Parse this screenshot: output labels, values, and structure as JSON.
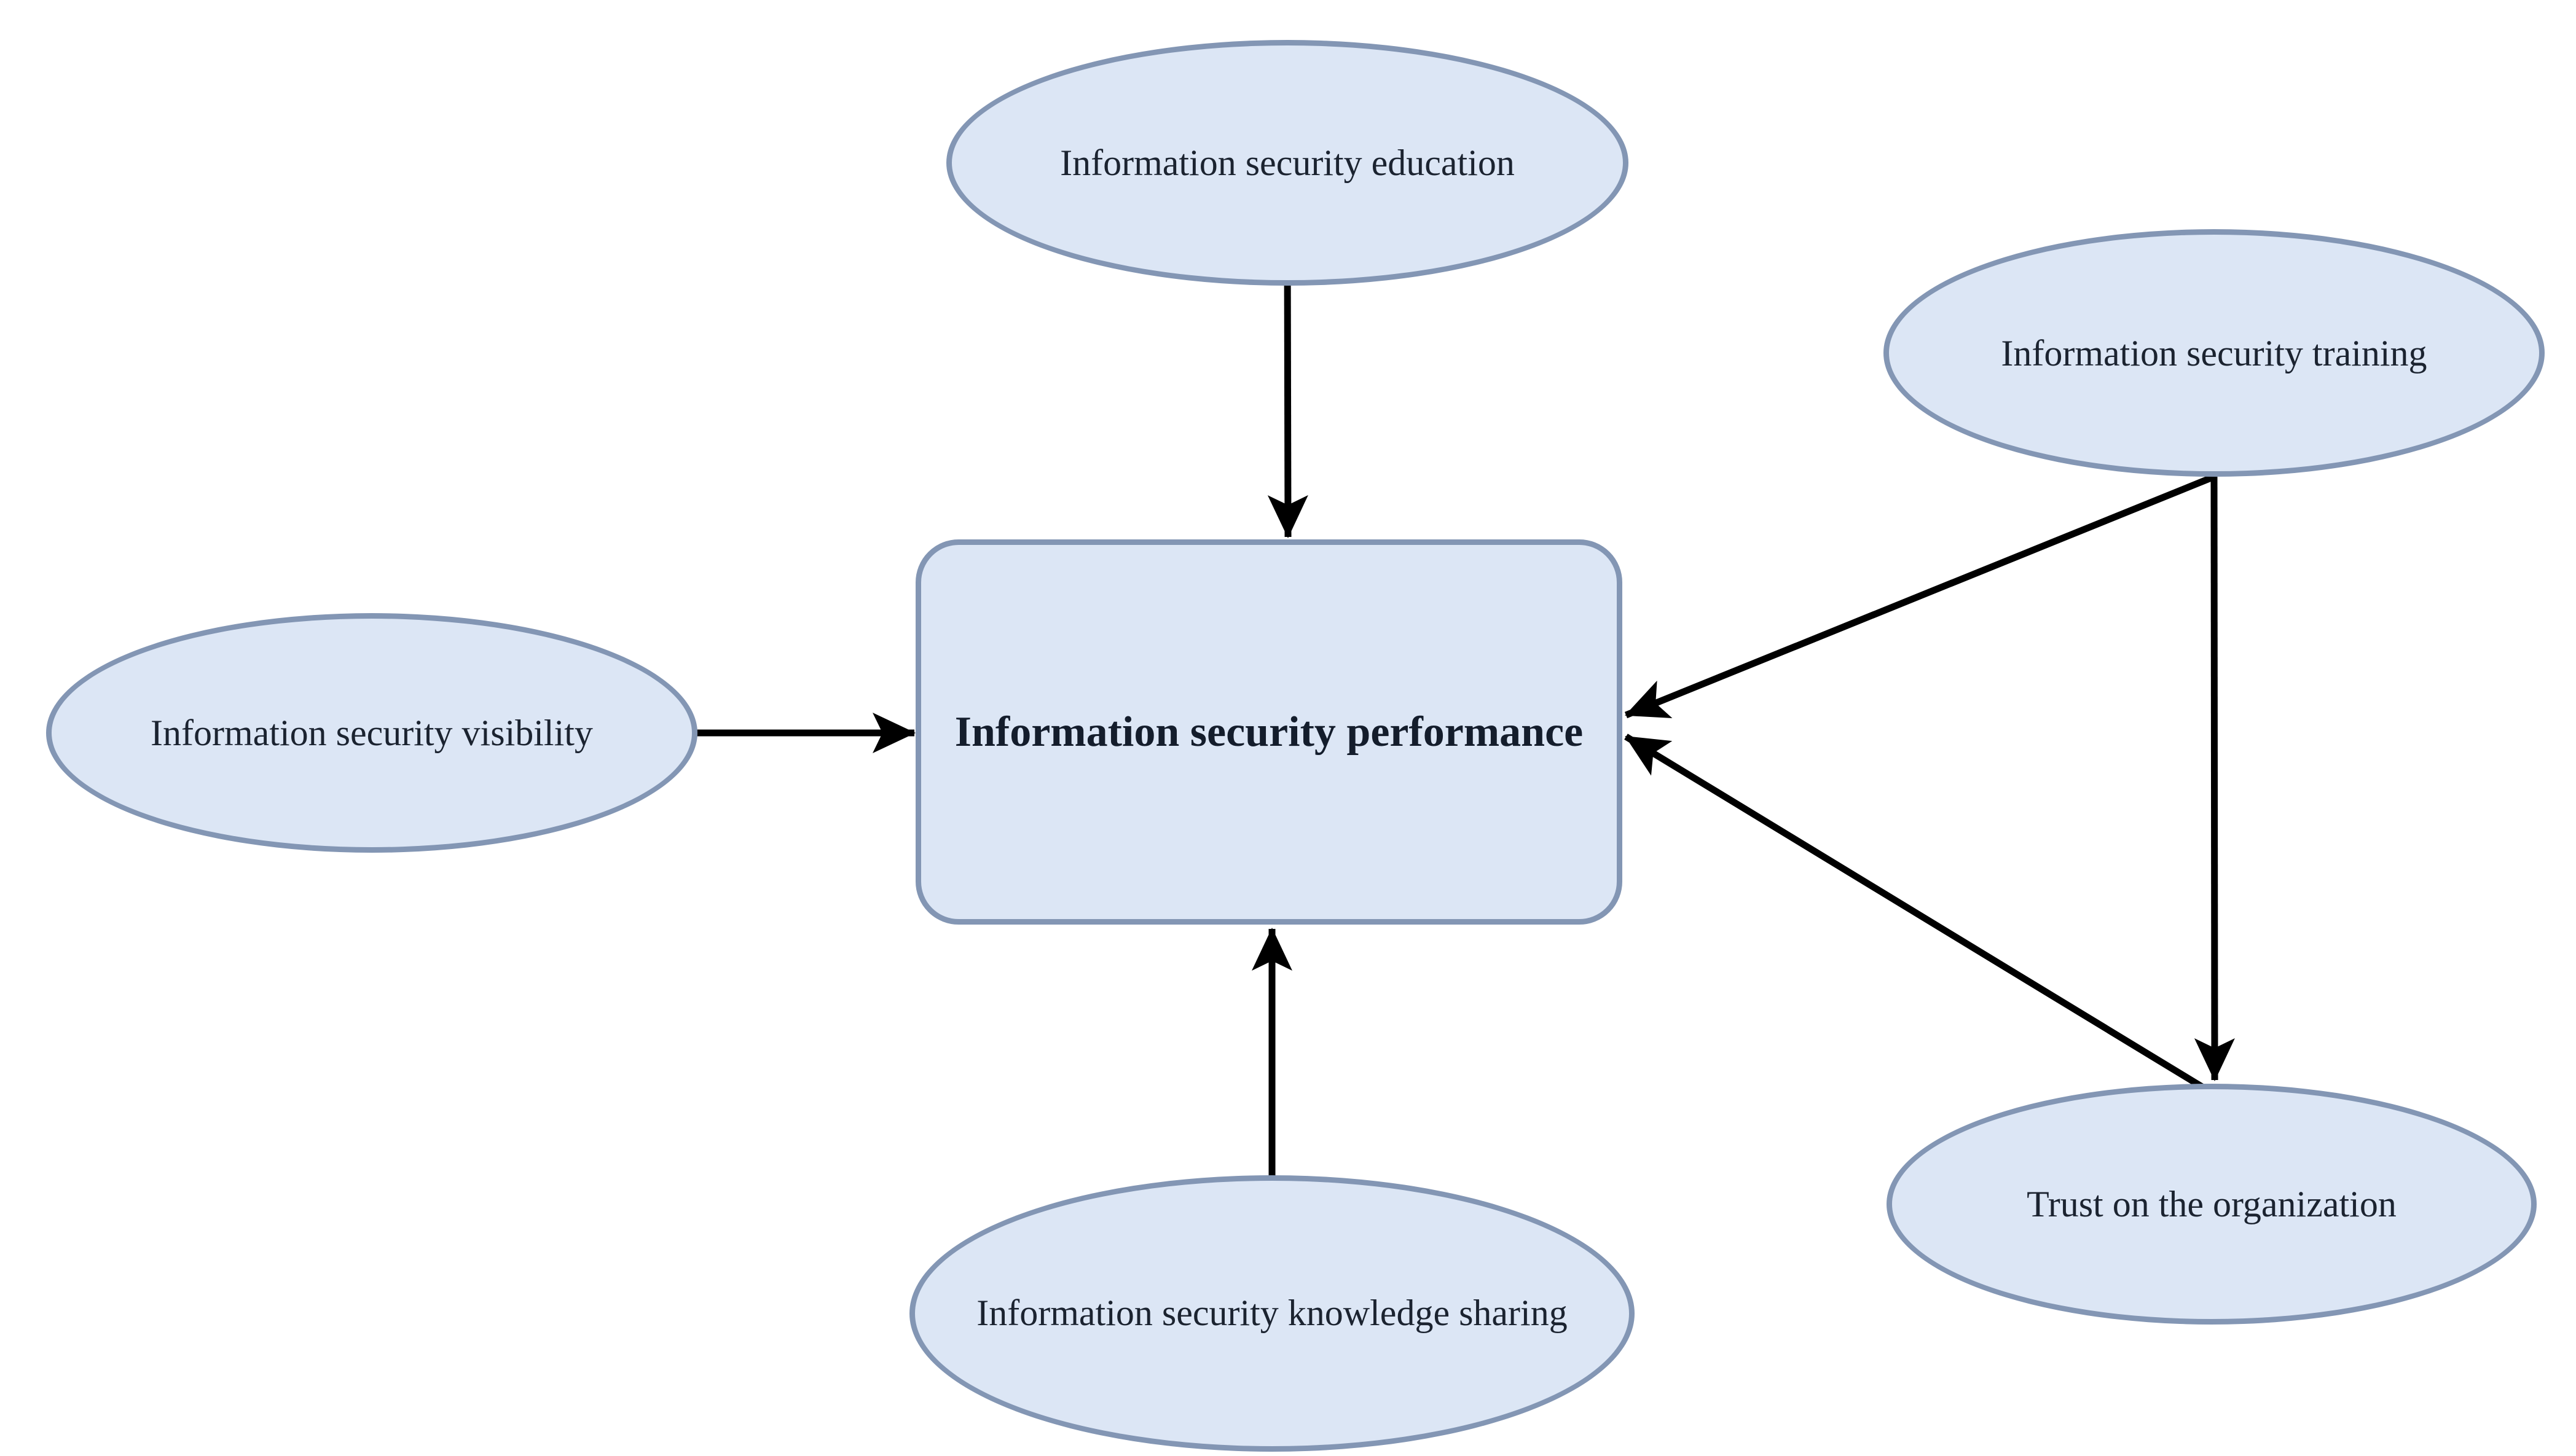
{
  "figure": {
    "type": "concept-diagram",
    "background": "#ffffff",
    "node_fill": "#dce6f5",
    "node_border_color": "#8396b4",
    "arrow_color": "#000000",
    "text_color": "#1b2330"
  },
  "nodes": {
    "education": {
      "label": "Information security education",
      "shape": "ellipse"
    },
    "training": {
      "label": "Information security training",
      "shape": "ellipse"
    },
    "visibility": {
      "label": "Information security visibility",
      "shape": "ellipse"
    },
    "performance": {
      "label": "Information security performance",
      "shape": "rounded-rectangle"
    },
    "knowledge": {
      "label": "Information security knowledge sharing",
      "shape": "ellipse"
    },
    "trust": {
      "label": "Trust on the organization",
      "shape": "ellipse"
    }
  },
  "edges": [
    {
      "from": "Information security education",
      "to": "Information security performance"
    },
    {
      "from": "Information security visibility",
      "to": "Information security performance"
    },
    {
      "from": "Information security knowledge sharing",
      "to": "Information security performance"
    },
    {
      "from": "Information security training",
      "to": "Information security performance"
    },
    {
      "from": "Information security training",
      "to": "Trust on the organization"
    },
    {
      "from": "Trust on the organization",
      "to": "Information security performance"
    }
  ]
}
